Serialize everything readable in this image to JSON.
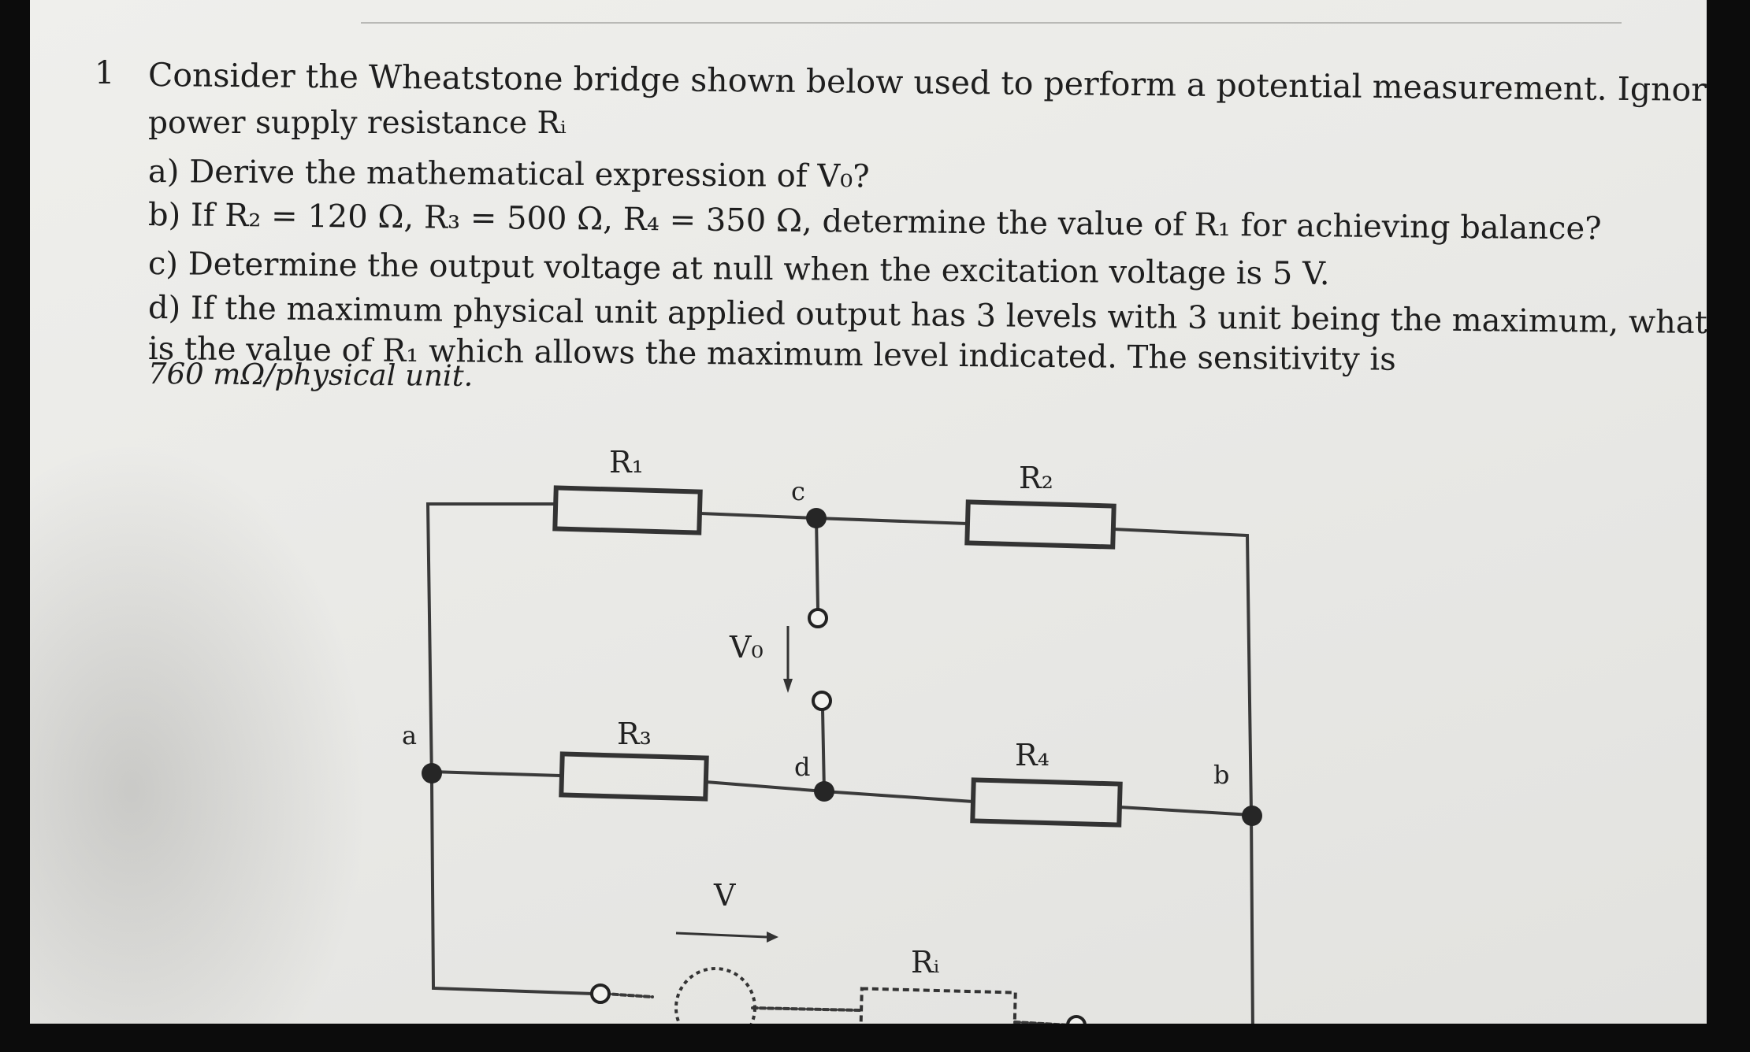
{
  "question": {
    "number": "1",
    "intro_line1": "Consider the Wheatstone bridge shown below used to perform a potential measurement. Ignore the",
    "intro_line2": "power supply resistance Rᵢ",
    "part_a": "a) Derive the mathematical expression of V₀?",
    "part_b": "b) If R₂ = 120 Ω, R₃ = 500 Ω, R₄ = 350 Ω, determine the value of R₁ for achieving balance?",
    "part_c": "c) Determine the output voltage at null when the excitation voltage is 5 V.",
    "part_d_line1": "d) If the maximum physical unit applied output has 3 levels with 3 unit being the maximum, what",
    "part_d_line2": "is the value of R₁ which allows the maximum level indicated. The sensitivity is",
    "part_d_line3": "760 mΩ/physical unit."
  },
  "circuit": {
    "labels": {
      "r1": "R₁",
      "r2": "R₂",
      "r3": "R₃",
      "r4": "R₄",
      "ri": "Rᵢ",
      "node_a": "a",
      "node_b": "b",
      "node_c": "c",
      "node_d": "d",
      "vo": "V₀",
      "v": "V"
    },
    "colors": {
      "wire": "#3a3a3a",
      "node": "#262626"
    }
  }
}
